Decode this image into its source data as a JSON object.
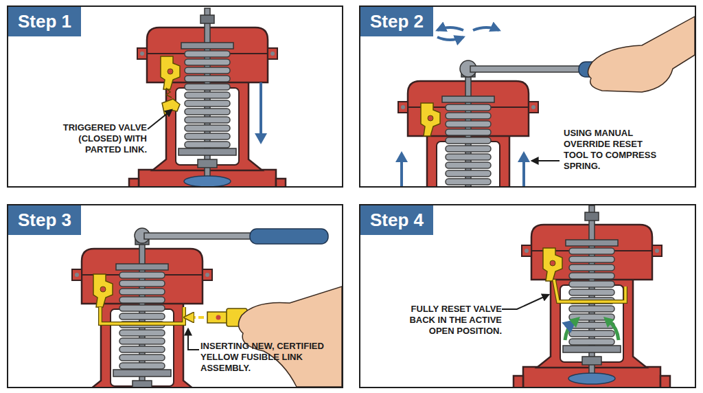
{
  "diagram": {
    "nodes": [
      {
        "text": [
          "Step 1",
          "TRIGGERED VALVE (CLOSED) WITH PARTED LINK."
        ]
      },
      {
        "text": [
          "Step 2",
          "USING MANUAL OVERRIDE RESET TOOL TO COMPRESS SPRING."
        ]
      },
      {
        "text": [
          "Step 3",
          "INSERTING NEW, CERTIFIED YELLOW FUSIBLE LINK ASSEMBLY."
        ]
      },
      {
        "text": [
          "Step 4",
          "FULLY RESET VALVE BACK IN THE ACTIVE OPEN POSITION."
        ]
      }
    ]
  }
}
